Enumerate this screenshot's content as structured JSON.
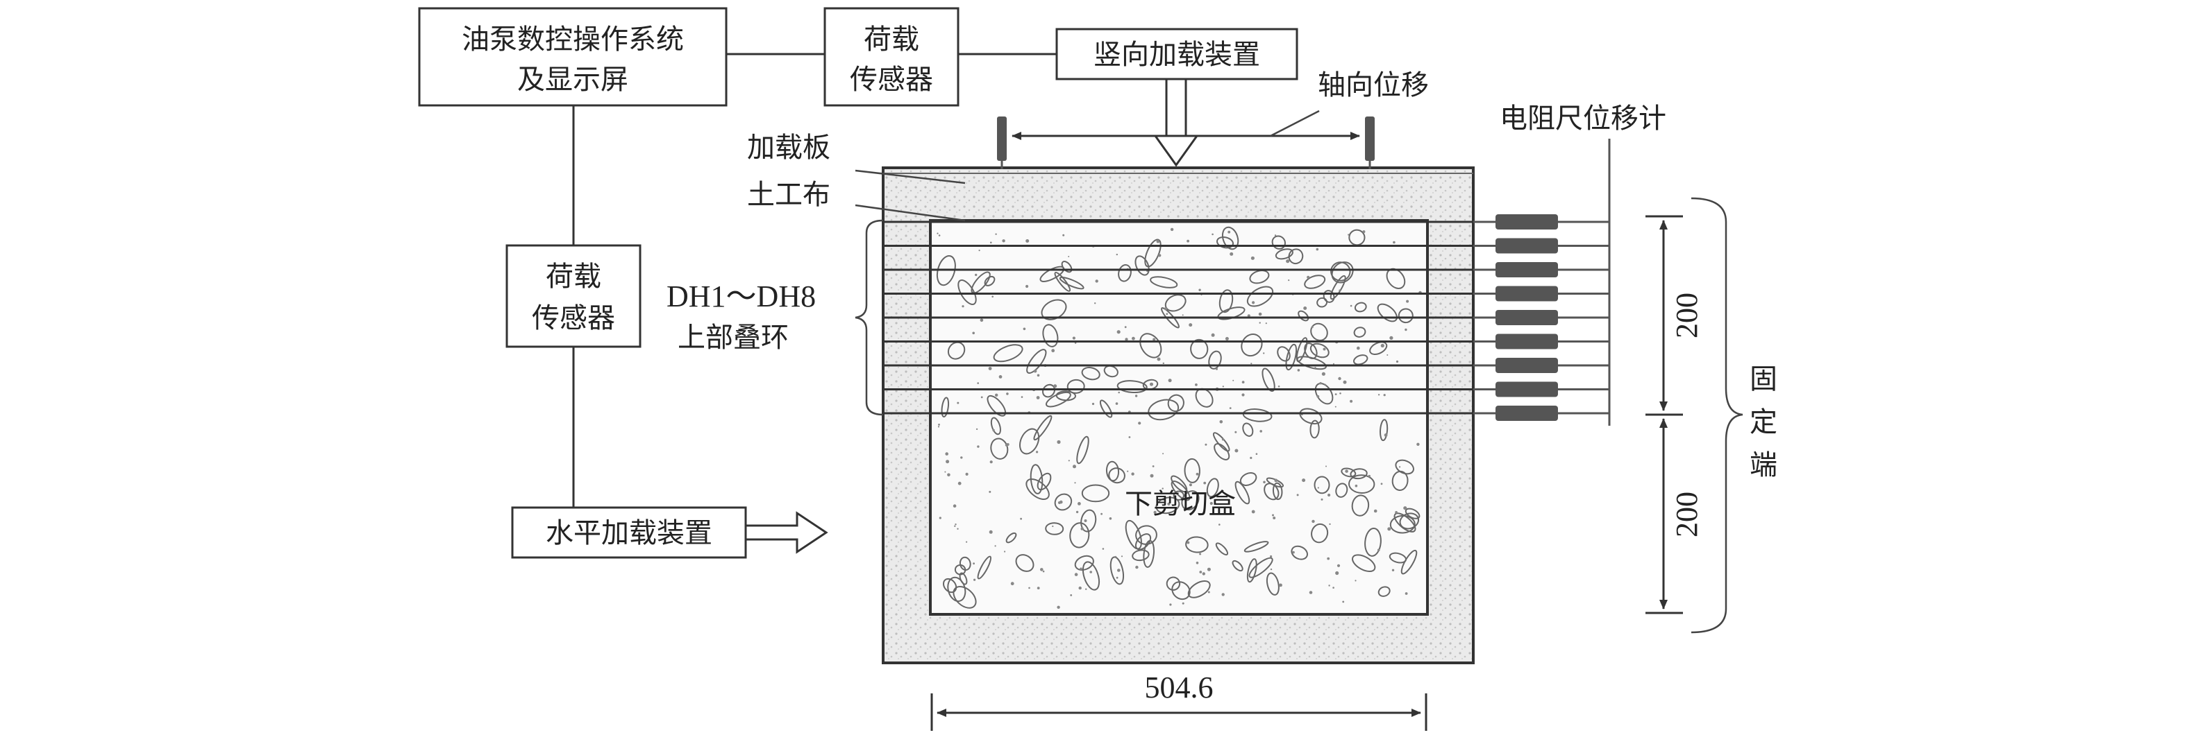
{
  "blocks": {
    "oil_pump_line1": "油泵数控操作系统",
    "oil_pump_line2": "及显示屏",
    "load_sensor_top_line1": "荷载",
    "load_sensor_top_line2": "传感器",
    "vertical_loading": "竖向加载装置",
    "load_sensor_left_line1": "荷载",
    "load_sensor_left_line2": "传感器",
    "horizontal_loading": "水平加载装置"
  },
  "labels": {
    "axial_displacement": "轴向位移",
    "resistance_gauge": "电阻尺位移计",
    "loading_plate": "加载板",
    "geotextile": "土工布",
    "rings_line1": "DH1～DH8",
    "rings_line2": "上部叠环",
    "lower_box": "下剪切盒",
    "fixed_end_1": "固",
    "fixed_end_2": "定",
    "fixed_end_3": "端"
  },
  "dimensions": {
    "width": "504.6",
    "upper_height": "200",
    "lower_height": "200"
  },
  "colors": {
    "line": "#333333",
    "speckle": "#e2e2e2",
    "gauge": "#555555"
  }
}
